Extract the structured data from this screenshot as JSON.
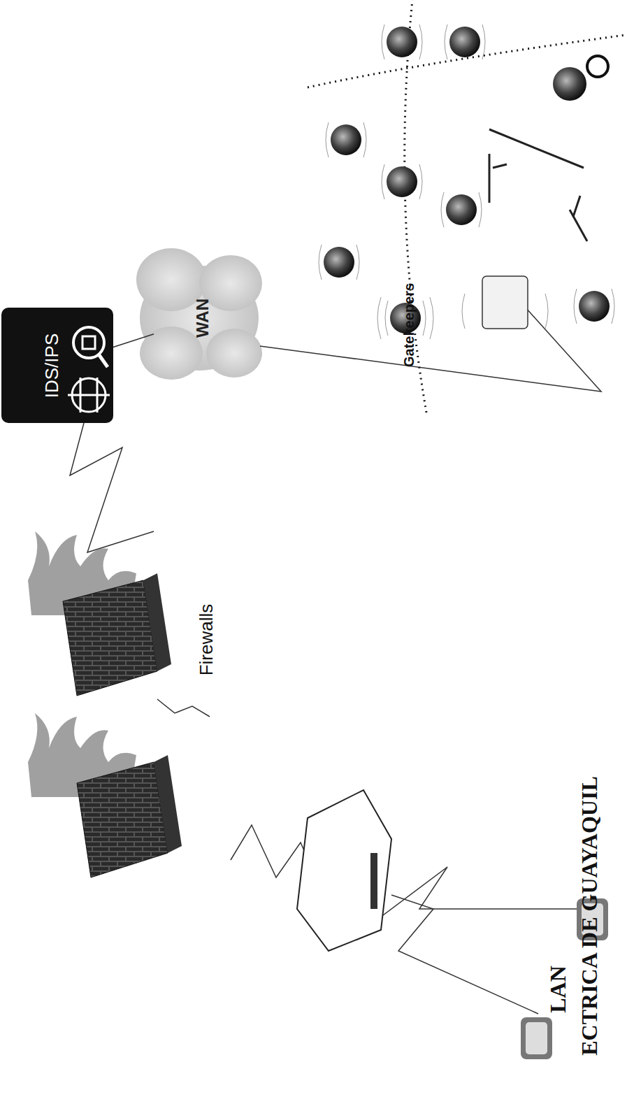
{
  "diagram": {
    "nodes": [
      {
        "text": [
          "IDS/IPS"
        ]
      },
      {
        "text": [
          "WAN"
        ]
      }
    ],
    "edges": [
      {
        "from": 0,
        "to": 1,
        "arrow": "none"
      }
    ],
    "labels": [
      "Firewalls",
      "Gatekeepers",
      "LAN",
      "ECTRICA DE GUAYAQUIL"
    ]
  }
}
